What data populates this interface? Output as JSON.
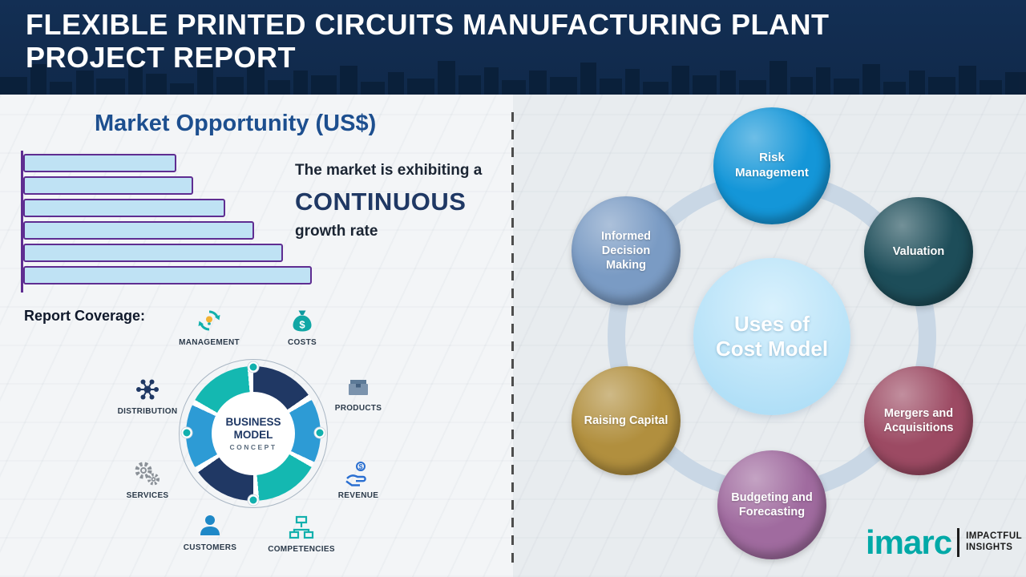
{
  "header": {
    "title": "FLEXIBLE PRINTED CIRCUITS MANUFACTURING PLANT PROJECT REPORT"
  },
  "left": {
    "section_title": "Market Opportunity (US$)",
    "growth": {
      "line1": "The market is exhibiting a",
      "line2": "CONTINUOUS",
      "line3": "growth rate"
    },
    "report_coverage_label": "Report Coverage:",
    "business_model": {
      "center_line1": "BUSINESS",
      "center_line2": "MODEL",
      "center_line3": "CONCEPT",
      "items": [
        {
          "label": "MANAGEMENT",
          "icon": "recycle-arrows-icon"
        },
        {
          "label": "COSTS",
          "icon": "money-bag-icon"
        },
        {
          "label": "DISTRIBUTION",
          "icon": "network-hub-icon"
        },
        {
          "label": "PRODUCTS",
          "icon": "box-icon"
        },
        {
          "label": "SERVICES",
          "icon": "gears-icon"
        },
        {
          "label": "REVENUE",
          "icon": "hand-coin-icon"
        },
        {
          "label": "CUSTOMERS",
          "icon": "person-icon"
        },
        {
          "label": "COMPETENCIES",
          "icon": "org-chart-icon"
        }
      ]
    }
  },
  "chart_data": {
    "type": "bar",
    "orientation": "horizontal",
    "title": "Market Opportunity (US$)",
    "categories": [
      "",
      "",
      "",
      "",
      "",
      ""
    ],
    "values": [
      53,
      59,
      70,
      80,
      90,
      100
    ],
    "value_unit": "relative-width-percent",
    "axis_tick_labels_visible": false,
    "bar_fill": "#bfe2f4",
    "bar_border": "#5f2d91",
    "annotation": "The market is exhibiting a CONTINUOUS growth rate"
  },
  "right": {
    "cost_model": {
      "center_line1": "Uses of",
      "center_line2": "Cost Model",
      "center_color": "#a5daf5",
      "items": [
        {
          "label": "Risk Management",
          "color": "#1496d8"
        },
        {
          "label": "Valuation",
          "color": "#1d4d59"
        },
        {
          "label": "Mergers and Acquisitions",
          "color": "#9c4a63"
        },
        {
          "label": "Budgeting and Forecasting",
          "color": "#a06b9f"
        },
        {
          "label": "Raising Capital",
          "color": "#b18f3e"
        },
        {
          "label": "Informed Decision Making",
          "color": "#7a9bc4"
        }
      ]
    }
  },
  "logo": {
    "brand": "imarc",
    "brand_color": "#00a9a7",
    "tagline_line1": "IMPACTFUL",
    "tagline_line2": "INSIGHTS"
  }
}
